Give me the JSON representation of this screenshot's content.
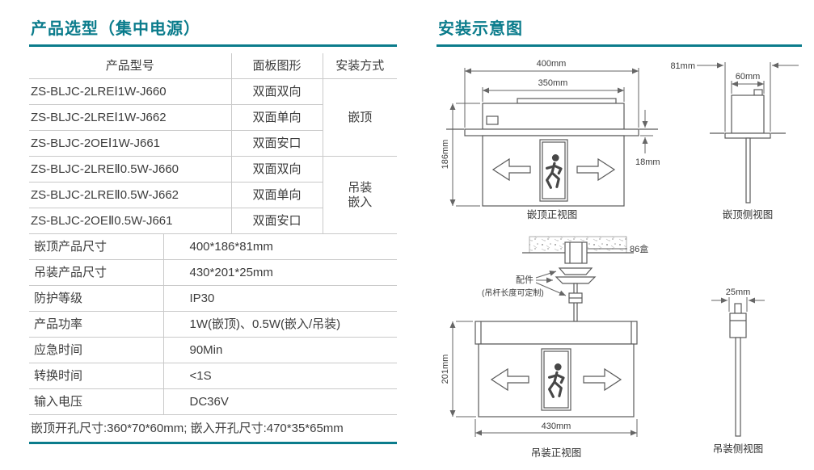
{
  "accent_color": "#0b7c8c",
  "left": {
    "title": "产品选型（集中电源）",
    "table": {
      "headers": {
        "model": "产品型号",
        "panel": "面板图形",
        "install": "安装方式"
      },
      "rows": [
        {
          "model": "ZS-BLJC-2LREⅠ1W-J660",
          "panel": "双面双向"
        },
        {
          "model": "ZS-BLJC-2LREⅠ1W-J662",
          "panel": "双面单向"
        },
        {
          "model": "ZS-BLJC-2OEⅠ1W-J661",
          "panel": "双面安口"
        },
        {
          "model": "ZS-BLJC-2LREⅡ0.5W-J660",
          "panel": "双面双向"
        },
        {
          "model": "ZS-BLJC-2LREⅡ0.5W-J662",
          "panel": "双面单向"
        },
        {
          "model": "ZS-BLJC-2OEⅡ0.5W-J661",
          "panel": "双面安口"
        }
      ],
      "install_group_top": "嵌顶",
      "install_group_bottom_line1": "吊装",
      "install_group_bottom_line2": "嵌入"
    },
    "specs": [
      {
        "label": "嵌顶产品尺寸",
        "value": "400*186*81mm"
      },
      {
        "label": "吊装产品尺寸",
        "value": "430*201*25mm"
      },
      {
        "label": "防护等级",
        "value": "IP30"
      },
      {
        "label": "产品功率",
        "value": "1W(嵌顶)、0.5W(嵌入/吊装)"
      },
      {
        "label": "应急时间",
        "value": "90Min"
      },
      {
        "label": "转换时间",
        "value": "<1S"
      },
      {
        "label": "输入电压",
        "value": "DC36V"
      }
    ],
    "footer_note": "嵌顶开孔尺寸:360*70*60mm; 嵌入开孔尺寸:470*35*65mm"
  },
  "right": {
    "title": "安装示意图",
    "ceiling_front": {
      "dim_overall_width": "400mm",
      "dim_body_width": "350mm",
      "dim_height": "186mm",
      "dim_flange": "18mm",
      "caption": "嵌顶正视图"
    },
    "ceiling_side": {
      "dim_depth": "81mm",
      "dim_body_depth": "60mm",
      "caption": "嵌顶侧视图"
    },
    "pendant_front": {
      "dim_width": "430mm",
      "dim_height": "201mm",
      "junction_box_label": "86盒",
      "accessory_label": "配件",
      "accessory_note": "(吊杆长度可定制)",
      "caption": "吊装正视图"
    },
    "pendant_side": {
      "dim_depth": "25mm",
      "caption": "吊装侧视图"
    }
  }
}
